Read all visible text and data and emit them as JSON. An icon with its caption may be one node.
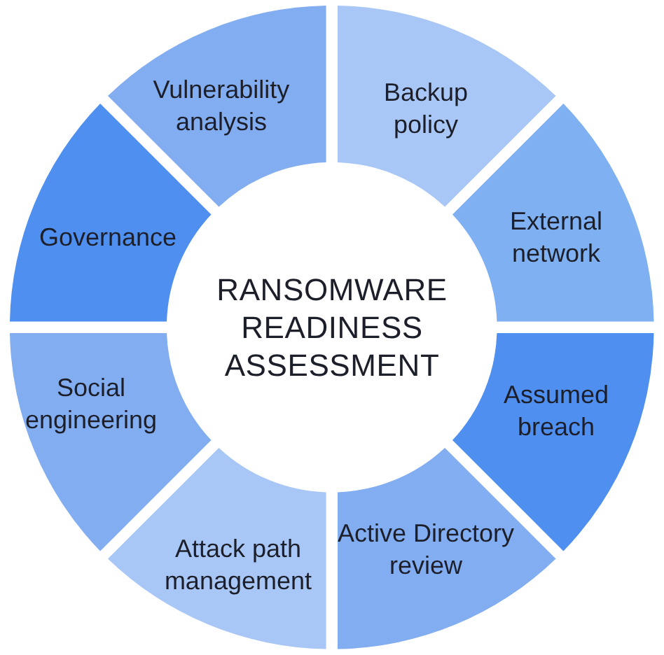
{
  "diagram": {
    "nodes": [
      {
        "text": [
          "RANSOMWARE READINESS ASSESSMENT"
        ]
      },
      {
        "text": [
          "Vulnerability analysis"
        ]
      },
      {
        "text": [
          "Backup policy"
        ]
      },
      {
        "text": [
          "Governance"
        ]
      },
      {
        "text": [
          "External network"
        ]
      },
      {
        "text": [
          "Social engineering"
        ]
      },
      {
        "text": [
          "Assumed breach"
        ]
      },
      {
        "text": [
          "Attack path management"
        ]
      },
      {
        "text": [
          "Active Directory review"
        ]
      }
    ]
  }
}
